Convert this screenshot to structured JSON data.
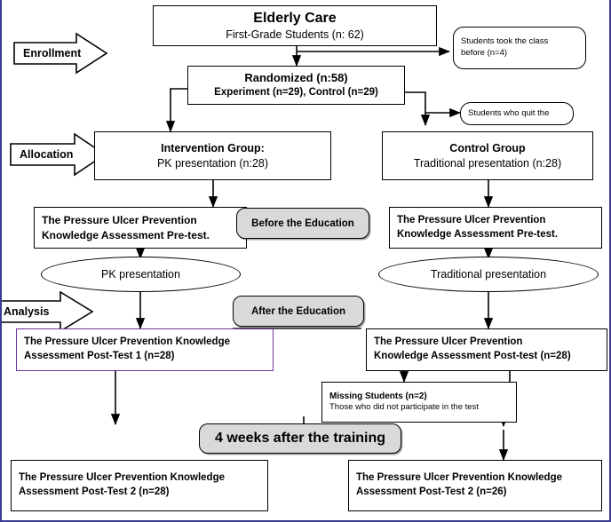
{
  "diagram": {
    "title": "CONSORT-style study flow diagram",
    "accent_purple": "#7030a0",
    "gray_fill": "#d9d9d9",
    "stages": {
      "enrollment": "Enrollment",
      "allocation": "Allocation",
      "analysis": "Analysis"
    },
    "nodes": {
      "top": {
        "line1": "Elderly Care",
        "line2": "First-Grade Students (n: 62)"
      },
      "excluded_took_class": {
        "line1": "Students took the class",
        "line2": "before (n=4)"
      },
      "randomized": {
        "line1": "Randomized (n:58)",
        "line2": "Experiment (n=29), Control (n=29)"
      },
      "excluded_quit": {
        "line1": "Students who quit the"
      },
      "intervention_group": {
        "line1": "Intervention Group:",
        "line2": "PK presentation (n:28)"
      },
      "control_group": {
        "line1": "Control Group",
        "line2": "Traditional presentation (n:28)"
      },
      "pretest_left": {
        "line1": "The Pressure Ulcer Prevention",
        "line2": "Knowledge Assessment Pre-test."
      },
      "before_education": {
        "line1": "Before the Education"
      },
      "pretest_right": {
        "line1": "The Pressure Ulcer Prevention",
        "line2": "Knowledge  Assessment Pre-test."
      },
      "ellipse_pk": {
        "line1": "PK presentation"
      },
      "ellipse_traditional": {
        "line1": "Traditional presentation"
      },
      "after_education": {
        "line1": "After the Education"
      },
      "posttest1_left": {
        "line1": "The Pressure Ulcer Prevention Knowledge",
        "line2": "Assessment Post-Test 1 (n=28)"
      },
      "posttest_right": {
        "line1": "The Pressure Ulcer Prevention",
        "line2": "Knowledge Assessment Post-test (n=28)"
      },
      "missing_students": {
        "line1": "Missing Students (n=2)",
        "line2": "Those who did not participate in the test"
      },
      "four_weeks": {
        "line1": "4 weeks after the training"
      },
      "posttest2_left": {
        "line1": "The Pressure Ulcer Prevention Knowledge",
        "line2": "Assessment Post-Test 2 (n=28)"
      },
      "posttest2_right": {
        "line1": "The Pressure Ulcer Prevention Knowledge",
        "line2": "Assessment Post-Test 2 (n=26)"
      }
    }
  }
}
